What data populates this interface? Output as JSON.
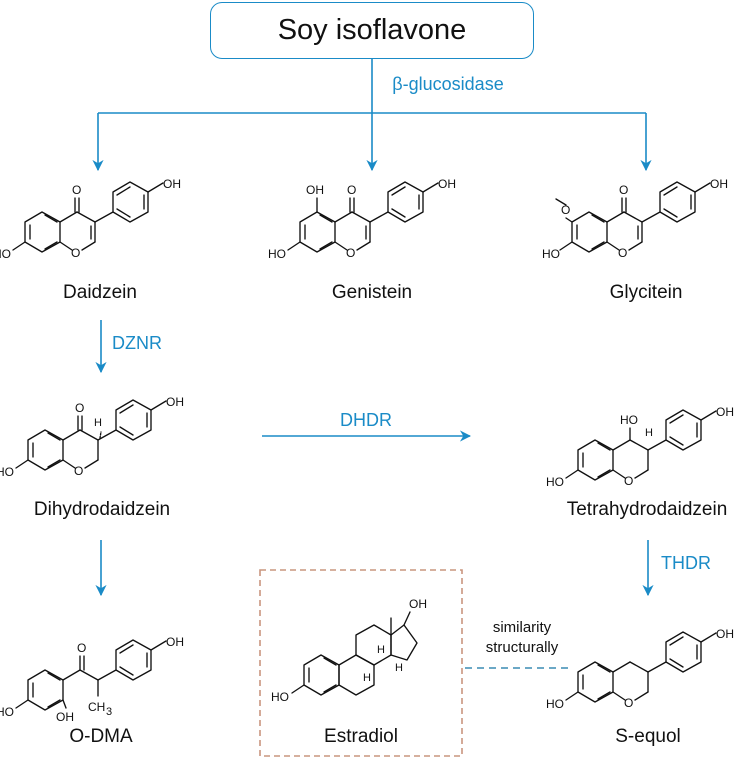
{
  "colors": {
    "accent": "#1a8bc7",
    "dashed_box": "#c9957f",
    "text": "#111111"
  },
  "title": "Soy isoflavone",
  "enzymes": {
    "beta_glucosidase": "β-glucosidase",
    "dznr": "DZNR",
    "dhdr": "DHDR",
    "thdr": "THDR"
  },
  "compounds": {
    "daidzein": "Daidzein",
    "genistein": "Genistein",
    "glycitein": "Glycitein",
    "dihydrodaidzein": "Dihydrodaidzein",
    "tetrahydrodaidzein": "Tetrahydrodaidzein",
    "odma": "O-DMA",
    "estradiol": "Estradiol",
    "sequol": "S-equol"
  },
  "similarity_note": {
    "line1": "similarity",
    "line2": "structurally"
  },
  "atom_labels": {
    "oh": "OH",
    "ho": "HO",
    "o": "O",
    "h": "H",
    "ch3": "CH",
    "ch3_sub": "3"
  }
}
